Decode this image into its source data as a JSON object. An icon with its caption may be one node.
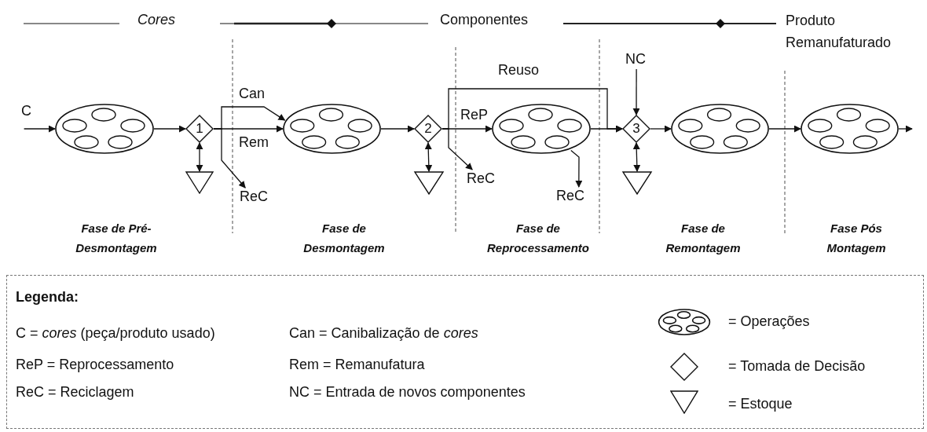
{
  "diagram": {
    "nodes": [
      {
        "text": [
          "C"
        ]
      },
      {
        "text": [],
        "shape": "ellipse"
      },
      {
        "text": [
          "1"
        ]
      },
      {
        "text": [],
        "shape": "triangle"
      },
      {
        "text": [
          "ReC"
        ]
      },
      {
        "text": [],
        "shape": "ellipse"
      },
      {
        "text": [
          "2"
        ]
      },
      {
        "text": [],
        "shape": "triangle"
      },
      {
        "text": [
          "ReC"
        ]
      },
      {
        "text": [],
        "shape": "ellipse"
      },
      {
        "text": [
          "ReC"
        ]
      },
      {
        "text": [
          "NC"
        ]
      },
      {
        "text": [
          "3"
        ]
      },
      {
        "text": [],
        "shape": "triangle"
      },
      {
        "text": [],
        "shape": "ellipse"
      },
      {
        "text": [],
        "shape": "ellipse"
      }
    ],
    "edges": [
      {
        "from": 0,
        "to": 1,
        "arrow": "to"
      },
      {
        "from": 1,
        "to": 2,
        "arrow": "to"
      },
      {
        "from": 2,
        "to": 3,
        "arrow": "both"
      },
      {
        "from": 2,
        "to": 5,
        "label": "Can",
        "arrow": "to"
      },
      {
        "from": 2,
        "to": 5,
        "label": "Rem",
        "arrow": "to"
      },
      {
        "from": 2,
        "to": 4,
        "arrow": "to"
      },
      {
        "from": 5,
        "to": 6,
        "arrow": "to"
      },
      {
        "from": 6,
        "to": 7,
        "arrow": "both"
      },
      {
        "from": 6,
        "to": 12,
        "label": "Reuso",
        "arrow": "to"
      },
      {
        "from": 6,
        "to": 9,
        "label": "ReP",
        "arrow": "to"
      },
      {
        "from": 6,
        "to": 8,
        "arrow": "to"
      },
      {
        "from": 9,
        "to": 10,
        "arrow": "to"
      },
      {
        "from": 9,
        "to": 12,
        "arrow": "to"
      },
      {
        "from": 11,
        "to": 12,
        "arrow": "to"
      },
      {
        "from": 12,
        "to": 13,
        "arrow": "both"
      },
      {
        "from": 12,
        "to": 14,
        "arrow": "to"
      },
      {
        "from": 14,
        "to": 15,
        "arrow": "to"
      },
      {
        "from": 15,
        "to": null,
        "arrow": "to"
      }
    ],
    "labels": [
      "Cores",
      "Componentes",
      "Produto Remanufaturado",
      "Fase de Pré- Desmontagem",
      "Fase de Desmontagem",
      "Fase de Reprocessamento",
      "Fase de Remontagem",
      "Fase Pós Montagem",
      "Legenda:",
      "C = *cores* (peça/produto usado)",
      "Can = Canibalização de *cores*",
      "ReP = Reprocessamento",
      "Rem = Remanufatura",
      "ReC = Reciclagem",
      "NC = Entrada de novos componentes"
    ],
    "legend": [
      {
        "text": "= Operações"
      },
      {
        "text": "= Tomada de Decisão"
      },
      {
        "text": "= Estoque"
      }
    ]
  }
}
